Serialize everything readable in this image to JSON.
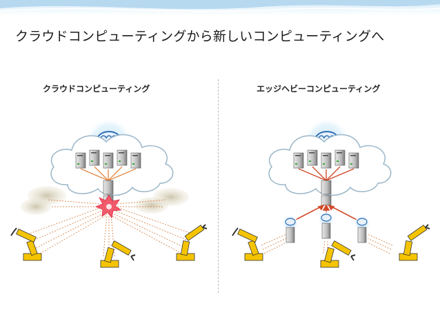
{
  "slide": {
    "title": "クラウドコンピューティングから新しいコンピューティングへ"
  },
  "panels": {
    "left": {
      "heading": "クラウドコンピューティング"
    },
    "right": {
      "heading": "エッジヘビーコンピューティング"
    }
  },
  "icons": {
    "cloud": "cloud-icon",
    "brain": "brain-icon",
    "server": "server-icon",
    "router": "router-icon",
    "robot_arm": "industrial-robot-arm-icon",
    "collision": "collision-burst-icon",
    "smoke": "congestion-smoke-icon"
  },
  "colors": {
    "cloud_stroke": "#9ab6c8",
    "arrow_orange": "#e07a2e",
    "arrow_red": "#d24a2a",
    "robot_yellow": "#f5c400",
    "brain_blue": "#2d6fb5"
  }
}
